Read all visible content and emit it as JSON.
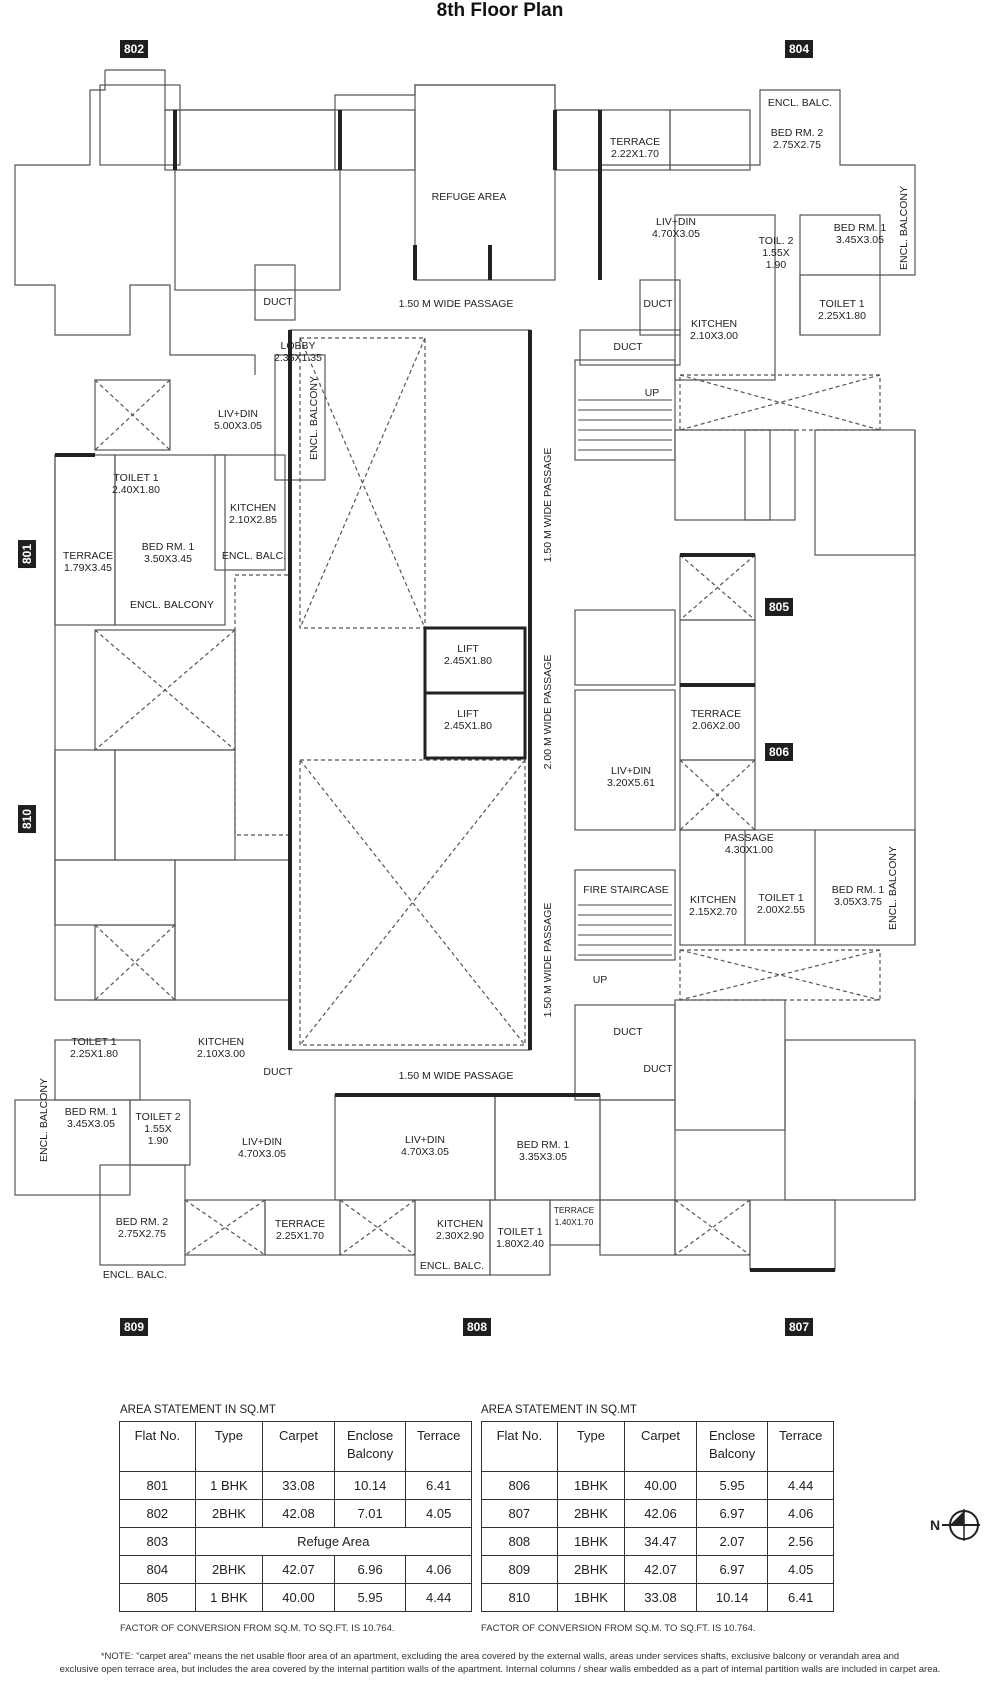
{
  "title": "8th Floor Plan",
  "flat_tags": {
    "f801": "801",
    "f802": "802",
    "f804": "804",
    "f805": "805",
    "f806": "806",
    "f807": "807",
    "f808": "808",
    "f809": "809",
    "f810": "810"
  },
  "rooms": {
    "refuge": "REFUGE AREA",
    "passage_top": "1.50 M WIDE PASSAGE",
    "passage_bottom": "1.50 M WIDE PASSAGE",
    "passage_right_top": "1.50 M WIDE PASSAGE",
    "passage_right_mid": "2.00 M WIDE PASSAGE",
    "passage_right_bot": "1.50 M WIDE PASSAGE",
    "lobby": [
      "LOBBY",
      "2.35X1.35"
    ],
    "lift1": [
      "LIFT",
      "2.45X1.80"
    ],
    "lift2": [
      "LIFT",
      "2.45X1.80"
    ],
    "duct_tl": "DUCT",
    "duct_tr1": "DUCT",
    "duct_tr2": "DUCT",
    "duct_bl": "DUCT",
    "duct_br1": "DUCT",
    "duct_br2": "DUCT",
    "up_top": "UP",
    "up_bot": "UP",
    "fire_staircase": "FIRE STAIRCASE",
    "f801_liv": [
      "LIV+DIN",
      "5.00X3.05"
    ],
    "f801_toilet": [
      "TOILET 1",
      "2.40X1.80"
    ],
    "f801_kitchen": [
      "KITCHEN",
      "2.10X2.85"
    ],
    "f801_encl_balc_s": "ENCL. BALC.",
    "f801_terrace": [
      "TERRACE",
      "1.79X3.45"
    ],
    "f801_bed": [
      "BED RM. 1",
      "3.50X3.45"
    ],
    "f801_encl_balcony": "ENCL. BALCONY",
    "f801_encl_balcony_v": "ENCL. BALCONY",
    "f804_terrace": [
      "TERRACE",
      "2.22X1.70"
    ],
    "f804_encl_balc": "ENCL. BALC.",
    "f804_bed2": [
      "BED RM. 2",
      "2.75X2.75"
    ],
    "f804_liv": [
      "LIV+DIN",
      "4.70X3.05"
    ],
    "f804_toil2": [
      "TOIL. 2",
      "1.55X",
      "1.90"
    ],
    "f804_bed1": [
      "BED RM. 1",
      "3.45X3.05"
    ],
    "f804_encl_balcony": "ENCL. BALCONY",
    "f804_toilet1": [
      "TOILET 1",
      "2.25X1.80"
    ],
    "f804_kitchen": [
      "KITCHEN",
      "2.10X3.00"
    ],
    "f806_terrace": [
      "TERRACE",
      "2.06X2.00"
    ],
    "f806_liv": [
      "LIV+DIN",
      "3.20X5.61"
    ],
    "f806_passage": [
      "PASSAGE",
      "4.30X1.00"
    ],
    "f806_kitchen": [
      "KITCHEN",
      "2.15X2.70"
    ],
    "f806_toilet": [
      "TOILET 1",
      "2.00X2.55"
    ],
    "f806_bed": [
      "BED RM. 1",
      "3.05X3.75"
    ],
    "f806_encl_balcony": "ENCL. BALCONY",
    "f809_toilet1": [
      "TOILET 1",
      "2.25X1.80"
    ],
    "f809_kitchen": [
      "KITCHEN",
      "2.10X3.00"
    ],
    "f809_encl_balcony": "ENCL. BALCONY",
    "f809_bed1": [
      "BED RM. 1",
      "3.45X3.05"
    ],
    "f809_toilet2": [
      "TOILET 2",
      "1.55X",
      "1.90"
    ],
    "f809_liv": [
      "LIV+DIN",
      "4.70X3.05"
    ],
    "f809_bed2": [
      "BED RM. 2",
      "2.75X2.75"
    ],
    "f809_terrace": [
      "TERRACE",
      "2.25X1.70"
    ],
    "f809_encl_balc": "ENCL. BALC.",
    "f808_liv": [
      "LIV+DIN",
      "4.70X3.05"
    ],
    "f808_bed": [
      "BED RM. 1",
      "3.35X3.05"
    ],
    "f808_kitchen": [
      "KITCHEN",
      "2.30X2.90"
    ],
    "f808_toilet": [
      "TOILET 1",
      "1.80X2.40"
    ],
    "f808_terrace": [
      "TERRACE",
      "1.40X1.70"
    ],
    "f808_encl_balc": "ENCL. BALC."
  },
  "area_tables": [
    {
      "heading": "AREA STATEMENT IN SQ.MT",
      "columns": [
        "Flat No.",
        "Type",
        "Carpet",
        "Enclose Balcony",
        "Terrace"
      ],
      "rows": [
        [
          "801",
          "1 BHK",
          "33.08",
          "10.14",
          "6.41"
        ],
        [
          "802",
          "2BHK",
          "42.08",
          "7.01",
          "4.05"
        ],
        [
          "803",
          "Refuge Area"
        ],
        [
          "804",
          "2BHK",
          "42.07",
          "6.96",
          "4.06"
        ],
        [
          "805",
          "1 BHK",
          "40.00",
          "5.95",
          "4.44"
        ]
      ],
      "factor": "FACTOR OF CONVERSION FROM SQ.M. TO SQ.FT. IS 10.764."
    },
    {
      "heading": "AREA STATEMENT IN SQ.MT",
      "columns": [
        "Flat No.",
        "Type",
        "Carpet",
        "Enclose Balcony",
        "Terrace"
      ],
      "rows": [
        [
          "806",
          "1BHK",
          "40.00",
          "5.95",
          "4.44"
        ],
        [
          "807",
          "2BHK",
          "42.06",
          "6.97",
          "4.06"
        ],
        [
          "808",
          "1BHK",
          "34.47",
          "2.07",
          "2.56"
        ],
        [
          "809",
          "2BHK",
          "42.07",
          "6.97",
          "4.05"
        ],
        [
          "810",
          "1BHK",
          "33.08",
          "10.14",
          "6.41"
        ]
      ],
      "factor": "FACTOR OF CONVERSION FROM SQ.M. TO SQ.FT. IS 10.764."
    }
  ],
  "compass_label": "N",
  "note_lines": [
    "*NOTE: \"carpet area\" means the net usable floor area of an apartment, excluding the area covered by the external walls, areas under services shafts, exclusive balcony or verandah area and",
    "exclusive open terrace area, but includes the area covered by the internal partition walls of the apartment. Internal columns / shear walls embedded as a part of internal partition walls are included in carpet area."
  ],
  "colors": {
    "wall": "#2a2a2a",
    "line": "#555555",
    "tag_bg": "#1f1f1f"
  }
}
